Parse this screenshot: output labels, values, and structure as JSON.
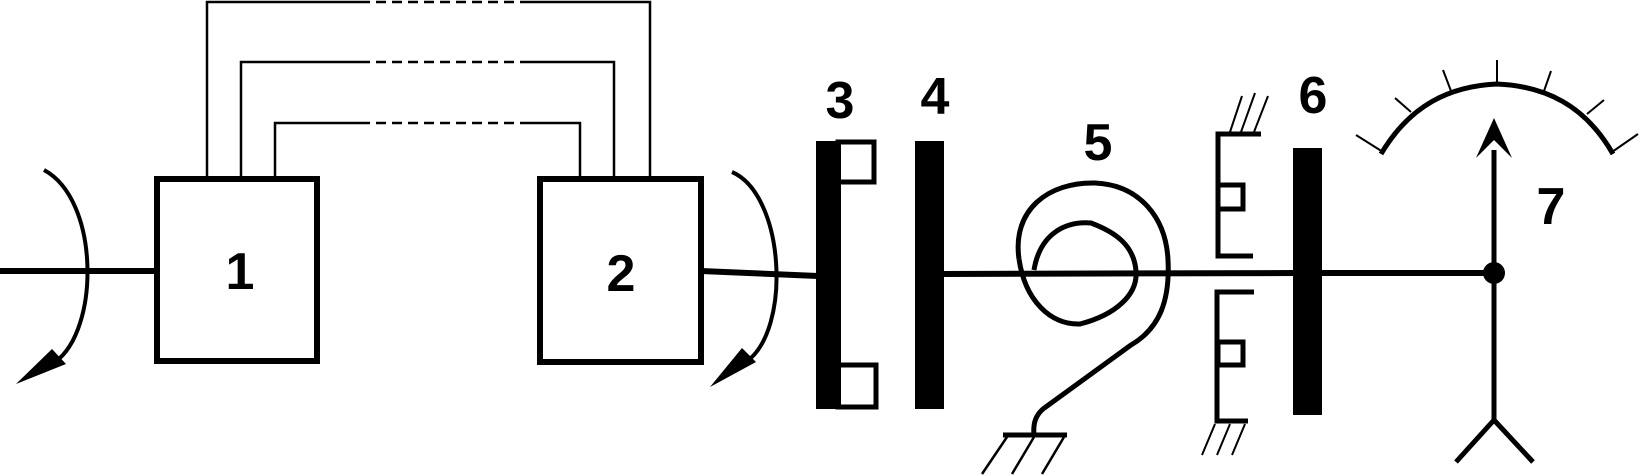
{
  "labels": {
    "block1": "1",
    "block2": "2",
    "item3": "3",
    "item4": "4",
    "item5": "5",
    "item6": "6",
    "item7": "7"
  },
  "colors": {
    "stroke": "#000000",
    "background": "#ffffff"
  }
}
